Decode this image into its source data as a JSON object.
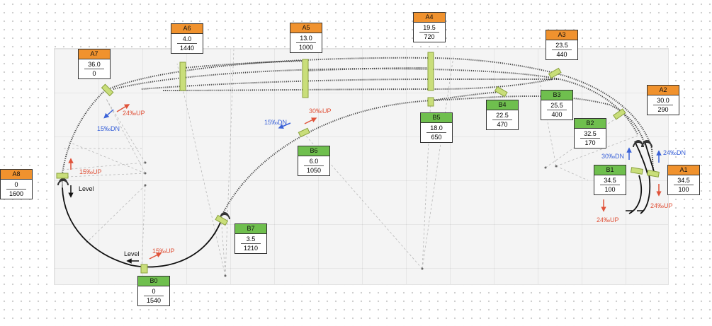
{
  "colors": {
    "uphill": "#e0533a",
    "downhill": "#3a62d8",
    "level": "#111111",
    "marker_a": "#f0922e",
    "marker_b": "#6fbf4e",
    "track_segment": "#c9de7a"
  },
  "markers": [
    {
      "id": "A1",
      "height": "34.5",
      "distance": "100"
    },
    {
      "id": "A2",
      "height": "30.0",
      "distance": "290"
    },
    {
      "id": "A3",
      "height": "23.5",
      "distance": "440"
    },
    {
      "id": "A4",
      "height": "19.5",
      "distance": "720"
    },
    {
      "id": "A5",
      "height": "13.0",
      "distance": "1000"
    },
    {
      "id": "A6",
      "height": "4.0",
      "distance": "1440"
    },
    {
      "id": "A7",
      "height": "36.0",
      "distance": "0"
    },
    {
      "id": "A8",
      "height": "0",
      "distance": "1600"
    },
    {
      "id": "B0",
      "height": "0",
      "distance": "1540"
    },
    {
      "id": "B1",
      "height": "34.5",
      "distance": "100"
    },
    {
      "id": "B2",
      "height": "32.5",
      "distance": "170"
    },
    {
      "id": "B3",
      "height": "25.5",
      "distance": "400"
    },
    {
      "id": "B4",
      "height": "22.5",
      "distance": "470"
    },
    {
      "id": "B5",
      "height": "18.0",
      "distance": "650"
    },
    {
      "id": "B6",
      "height": "6.0",
      "distance": "1050"
    },
    {
      "id": "B7",
      "height": "3.5",
      "distance": "1210"
    }
  ],
  "grade_labels": [
    {
      "text": "24‰UP",
      "dir": "up"
    },
    {
      "text": "15‰DN",
      "dir": "dn"
    },
    {
      "text": "15‰UP",
      "dir": "up"
    },
    {
      "text": "Level",
      "dir": "lv"
    },
    {
      "text": "Level",
      "dir": "lv"
    },
    {
      "text": "15‰UP",
      "dir": "up"
    },
    {
      "text": "15‰DN",
      "dir": "dn"
    },
    {
      "text": "30‰UP",
      "dir": "up"
    },
    {
      "text": "30‰DN",
      "dir": "dn"
    },
    {
      "text": "24‰DN",
      "dir": "dn"
    },
    {
      "text": "24‰UP",
      "dir": "up"
    },
    {
      "text": "24‰UP",
      "dir": "up"
    }
  ]
}
